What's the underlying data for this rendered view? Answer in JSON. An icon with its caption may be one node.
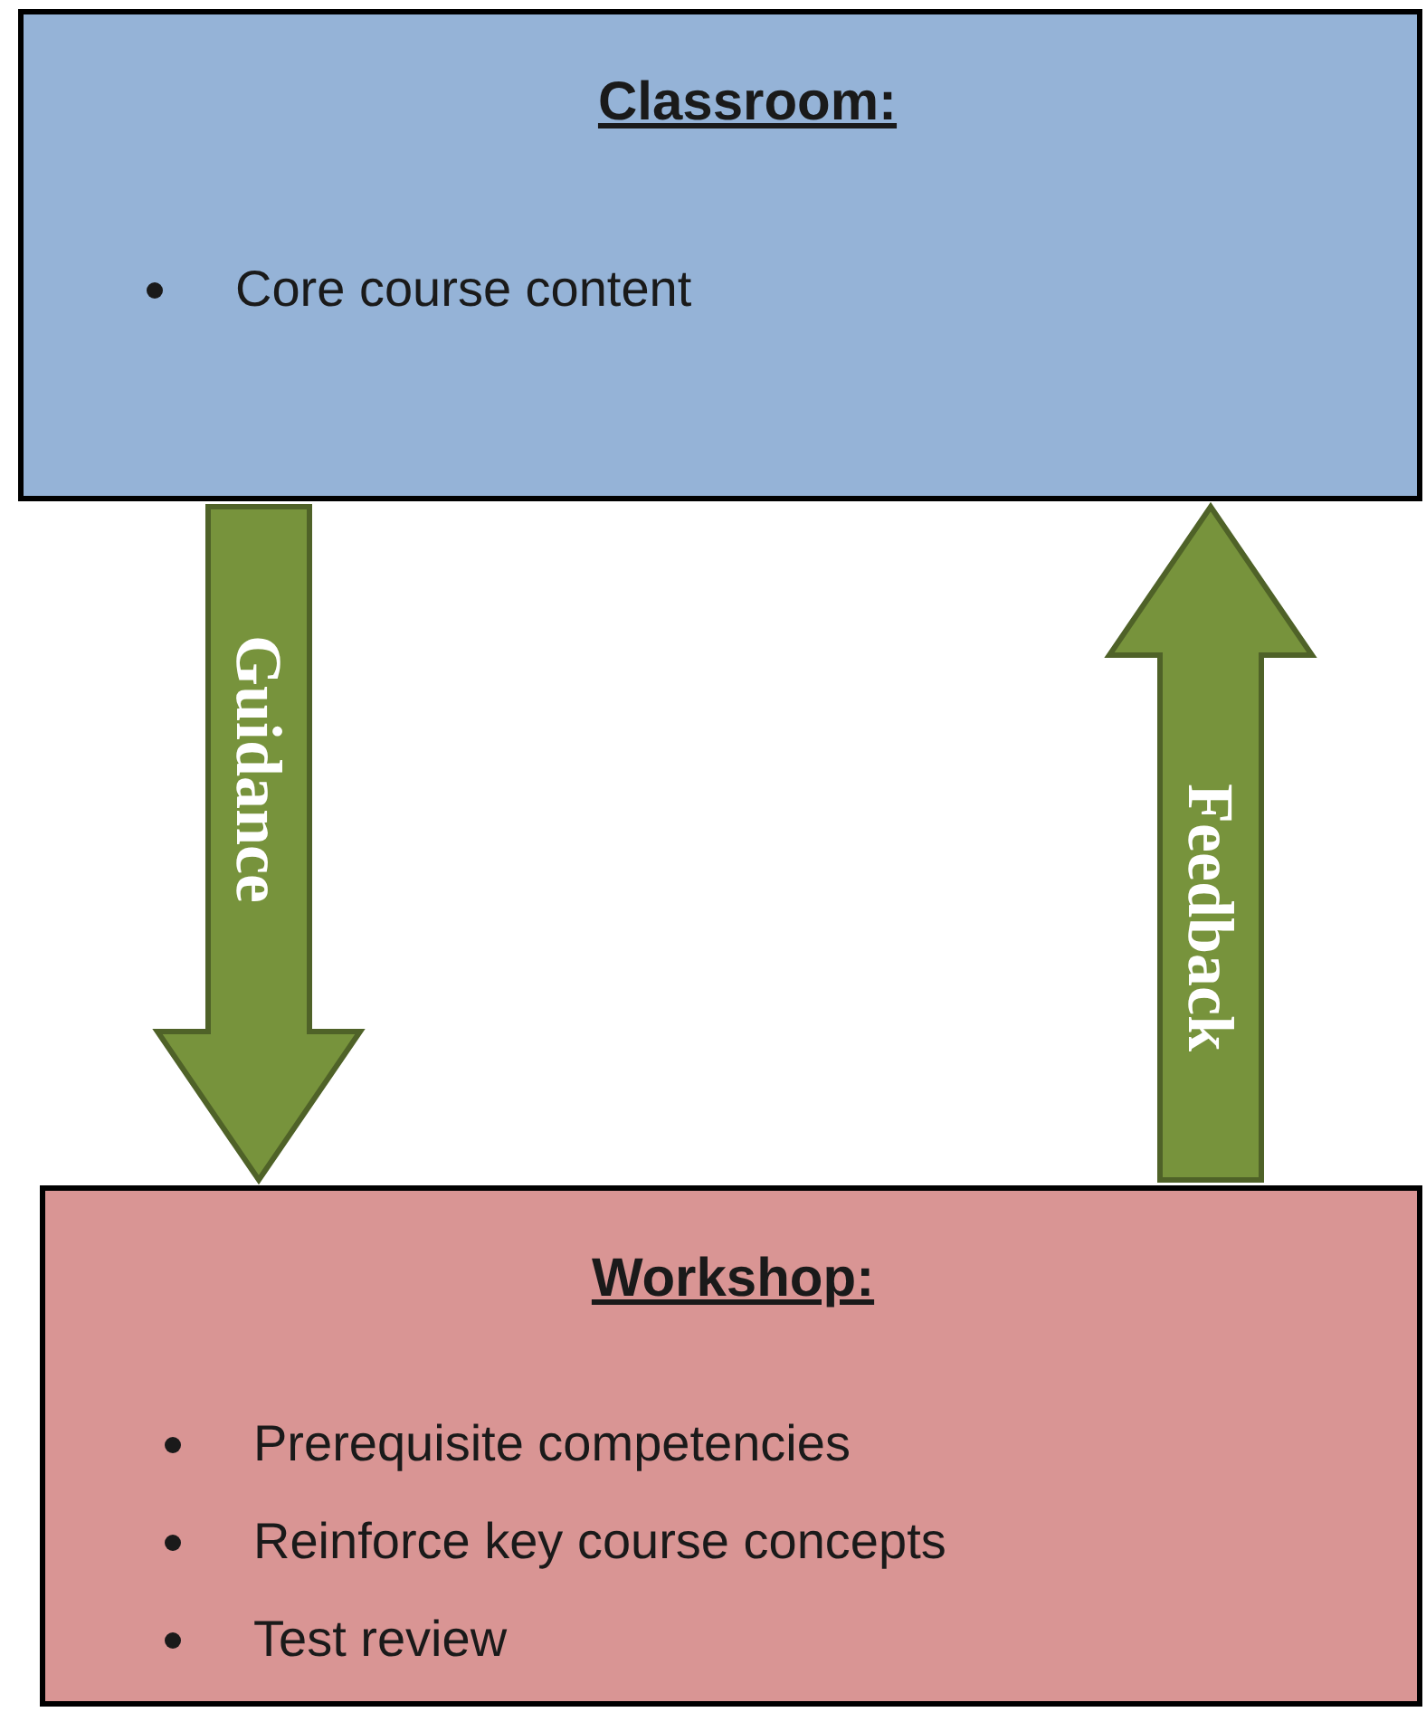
{
  "diagram": {
    "nodes": [
      {
        "text": [
          "Classroom:",
          "Core course content"
        ]
      },
      {
        "text": [
          "Workshop:",
          "Prerequisite competencies",
          "Reinforce key course concepts",
          "Test review"
        ]
      }
    ],
    "edges": [
      {
        "from": 0,
        "to": 1,
        "arrow": "to",
        "label": "Guidance"
      },
      {
        "from": 1,
        "to": 0,
        "arrow": "to",
        "label": "Feedback"
      }
    ]
  }
}
